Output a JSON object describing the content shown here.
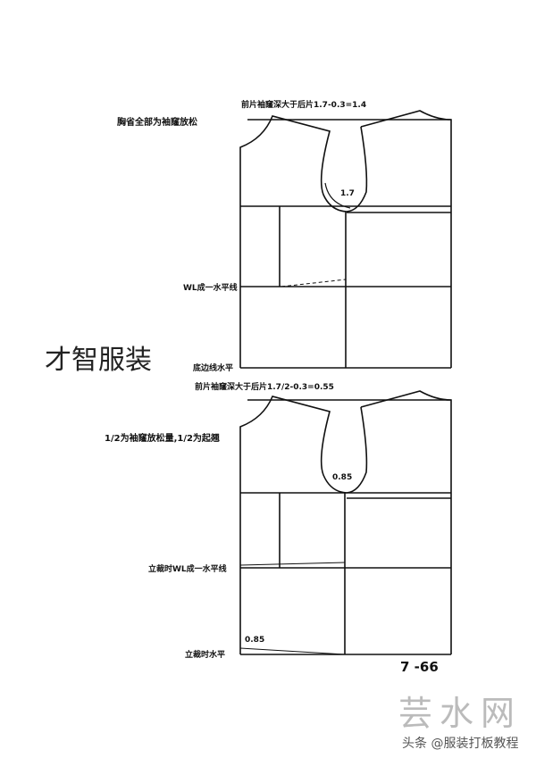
{
  "diagram_top": {
    "title": "胸省全部为袖窿放松",
    "top_note": "前片袖窿深大于后片1.7-0.3=1.4",
    "armhole_value": "1.7",
    "wl_label": "WL成一水平线",
    "hem_label": "底边线水平"
  },
  "diagram_bottom": {
    "title": "1/2为袖窿放松量,1/2为起翘",
    "top_note": "前片袖窿深大于后片1.7/2-0.3=0.55",
    "armhole_value": "0.85",
    "wl_label": "立裁时WL成一水平线",
    "hem_label": "立裁时水平",
    "hem_value": "0.85"
  },
  "page_number": "7 -66",
  "watermarks": {
    "center": "才智服装",
    "site": "芸水网",
    "credit": "头条 @服装打板教程"
  }
}
